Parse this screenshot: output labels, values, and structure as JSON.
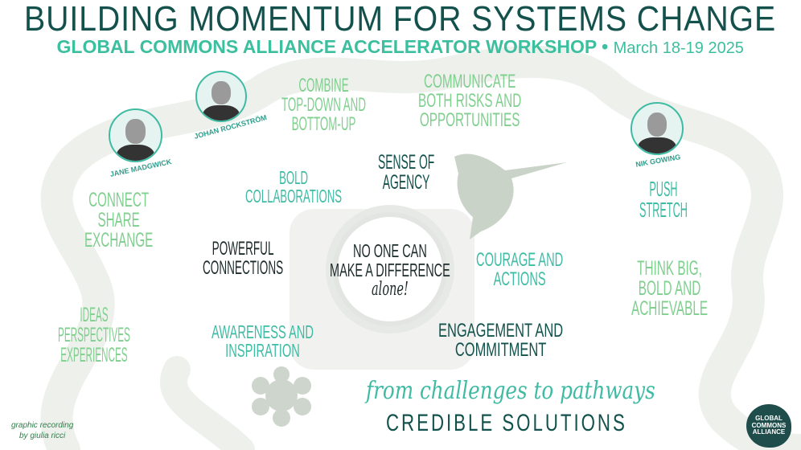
{
  "header": {
    "title": "BUILDING MOMENTUM FOR SYSTEMS CHANGE",
    "subtitle": "GLOBAL COMMONS ALLIANCE ACCELERATOR WORKSHOP",
    "separator": "•",
    "date": "March 18-19 2025"
  },
  "speakers": [
    {
      "name": "JANE MADGWICK"
    },
    {
      "name": "JOHAN ROCKSTRÖM"
    },
    {
      "name": "NIK GOWING"
    }
  ],
  "notes": {
    "combine": [
      "COMBINE",
      "TOP-DOWN AND",
      "BOTTOM-UP"
    ],
    "communicate": [
      "COMMUNICATE",
      "BOTH RISKS AND",
      "OPPORTUNITIES"
    ],
    "agency": [
      "SENSE OF",
      "AGENCY"
    ],
    "bold": [
      "BOLD",
      "COLLABORATIONS"
    ],
    "connect": [
      "CONNECT",
      "SHARE",
      "EXCHANGE"
    ],
    "push": [
      "PUSH",
      "STRETCH"
    ],
    "powerful": [
      "POWERFUL",
      "CONNECTIONS"
    ],
    "center": [
      "NO ONE CAN",
      "MAKE A DIFFERENCE",
      "alone!"
    ],
    "courage": [
      "COURAGE AND",
      "ACTIONS"
    ],
    "think": [
      "THINK BIG,",
      "BOLD AND",
      "ACHIEVABLE"
    ],
    "ideas": [
      "IDEAS",
      "PERSPECTIVES",
      "EXPERIENCES"
    ],
    "awareness": [
      "AWARENESS AND",
      "INSPIRATION"
    ],
    "engagement": [
      "ENGAGEMENT AND",
      "COMMITMENT"
    ]
  },
  "footer": {
    "script": "from challenges to pathways",
    "solutions": "CREDIBLE SOLUTIONS",
    "credit": [
      "graphic recording",
      "by giulia ricci"
    ],
    "logo": [
      "GLOBAL",
      "COMMONS",
      "ALLIANCE"
    ]
  }
}
